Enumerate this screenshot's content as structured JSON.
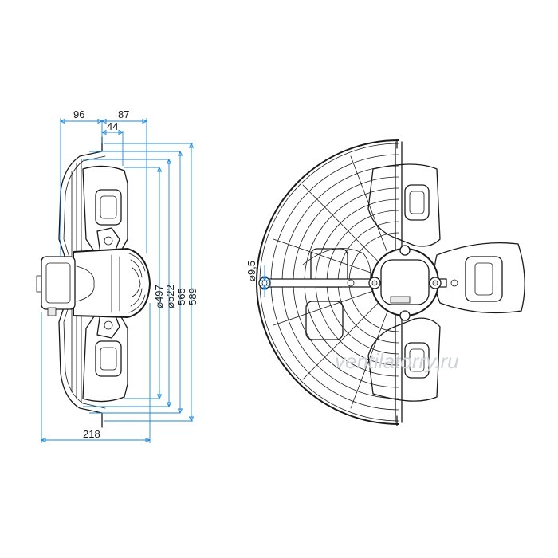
{
  "dimensions": {
    "side_view": {
      "width_left": "96",
      "width_right": "87",
      "offset": "44",
      "total_depth": "218",
      "diameter_497": "⌀497",
      "diameter_522": "⌀522",
      "height_565": "565",
      "height_589": "589"
    },
    "front_view": {
      "hole_diameter": "⌀9,5"
    }
  },
  "watermark": "ventilatorry.ru",
  "colors": {
    "dimension_line": "#1e88d6",
    "outline": "#1a1a1a"
  }
}
